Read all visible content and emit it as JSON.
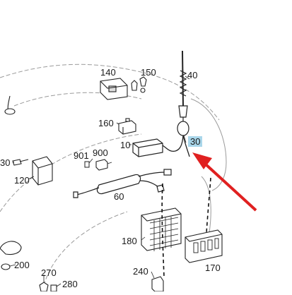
{
  "diagram": {
    "callouts": {
      "p10": "10",
      "p30": "30",
      "p30_left": "30",
      "p40": "40",
      "p60": "60",
      "p120": "120",
      "p140": "140",
      "p150": "150",
      "p160": "160",
      "p170": "170",
      "p180": "180",
      "p200": "200",
      "p240": "240",
      "p270": "270",
      "p280": "280",
      "p900": "900",
      "p901": "901"
    },
    "highlight_color": "#a9d6ea",
    "arrow_color": "#e02020",
    "line_color": "#333333"
  }
}
